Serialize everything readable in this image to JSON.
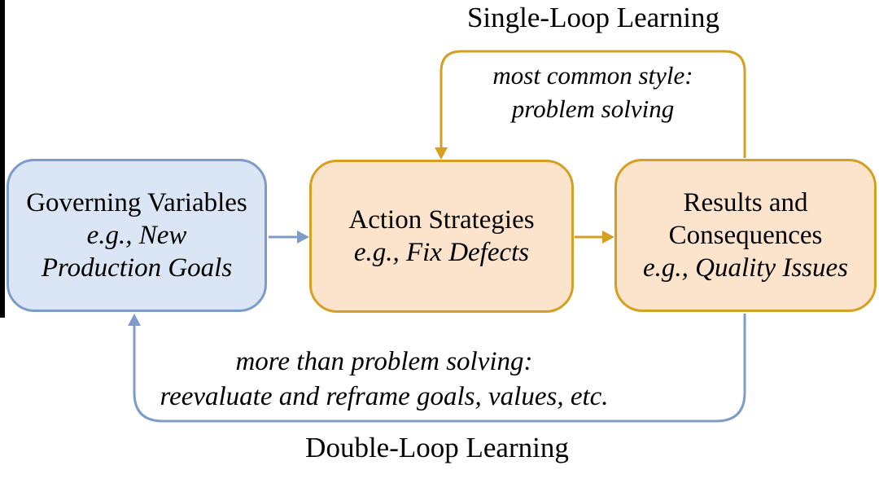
{
  "titles": {
    "single_loop": "Single-Loop Learning",
    "double_loop": "Double-Loop Learning"
  },
  "annotations": {
    "single_loop": {
      "line1": "most common style:",
      "line2": "problem solving"
    },
    "double_loop": {
      "line1": "more than problem solving:",
      "line2": "reevaluate and reframe goals, values, etc."
    }
  },
  "boxes": {
    "governing_variables": {
      "title": "Governing Variables",
      "example_line1": "e.g., New",
      "example_line2": "Production Goals"
    },
    "action_strategies": {
      "title": "Action Strategies",
      "example": "e.g., Fix Defects"
    },
    "results_consequences": {
      "title_line1": "Results and",
      "title_line2": "Consequences",
      "example": "e.g., Quality Issues"
    }
  },
  "colors": {
    "gold": "#D5A021",
    "gold_box_fill": "#FCE4CC",
    "blue": "#7D9CC9",
    "blue_box_fill": "#DAE6F5",
    "text": "#000000",
    "background": "#FFFFFF"
  }
}
